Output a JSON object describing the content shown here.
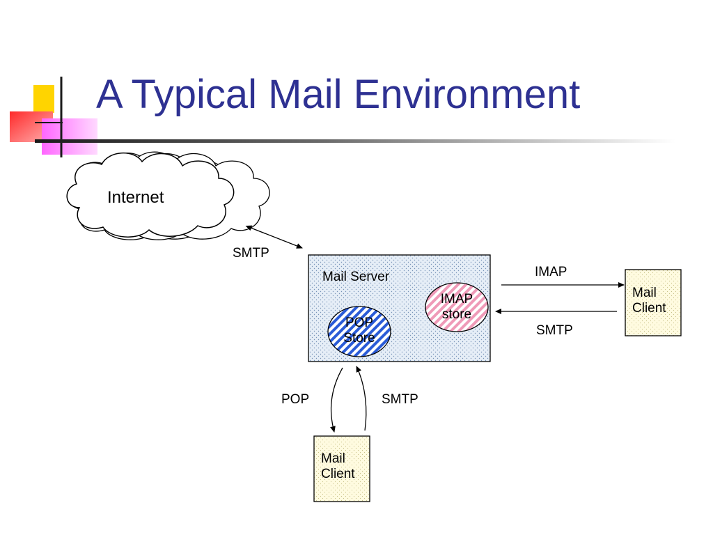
{
  "slide": {
    "title": "A Typical Mail Environment"
  },
  "diagram": {
    "internet": {
      "label": "Internet"
    },
    "mail_server": {
      "label": "Mail Server",
      "pop_store": {
        "line1": "POP",
        "line2": "Store"
      },
      "imap_store": {
        "line1": "IMAP",
        "line2": "store"
      }
    },
    "mail_client_right": {
      "line1": "Mail",
      "line2": "Client"
    },
    "mail_client_bottom": {
      "line1": "Mail",
      "line2": "Client"
    },
    "links": {
      "internet_server": "SMTP",
      "server_to_client_right": "IMAP",
      "client_right_to_server": "SMTP",
      "server_to_client_bottom": "POP",
      "client_bottom_to_server": "SMTP"
    }
  },
  "colors": {
    "title": "#2e3192",
    "accent_yellow": "#ffd400",
    "accent_red": "#ff3b3b",
    "accent_pink": "#ff66ff",
    "server_fill": "#e6eef7",
    "pop_hatch": "#2a5bd7",
    "imap_hatch": "#ef9ab8",
    "client_fill": "#fffbe0"
  }
}
